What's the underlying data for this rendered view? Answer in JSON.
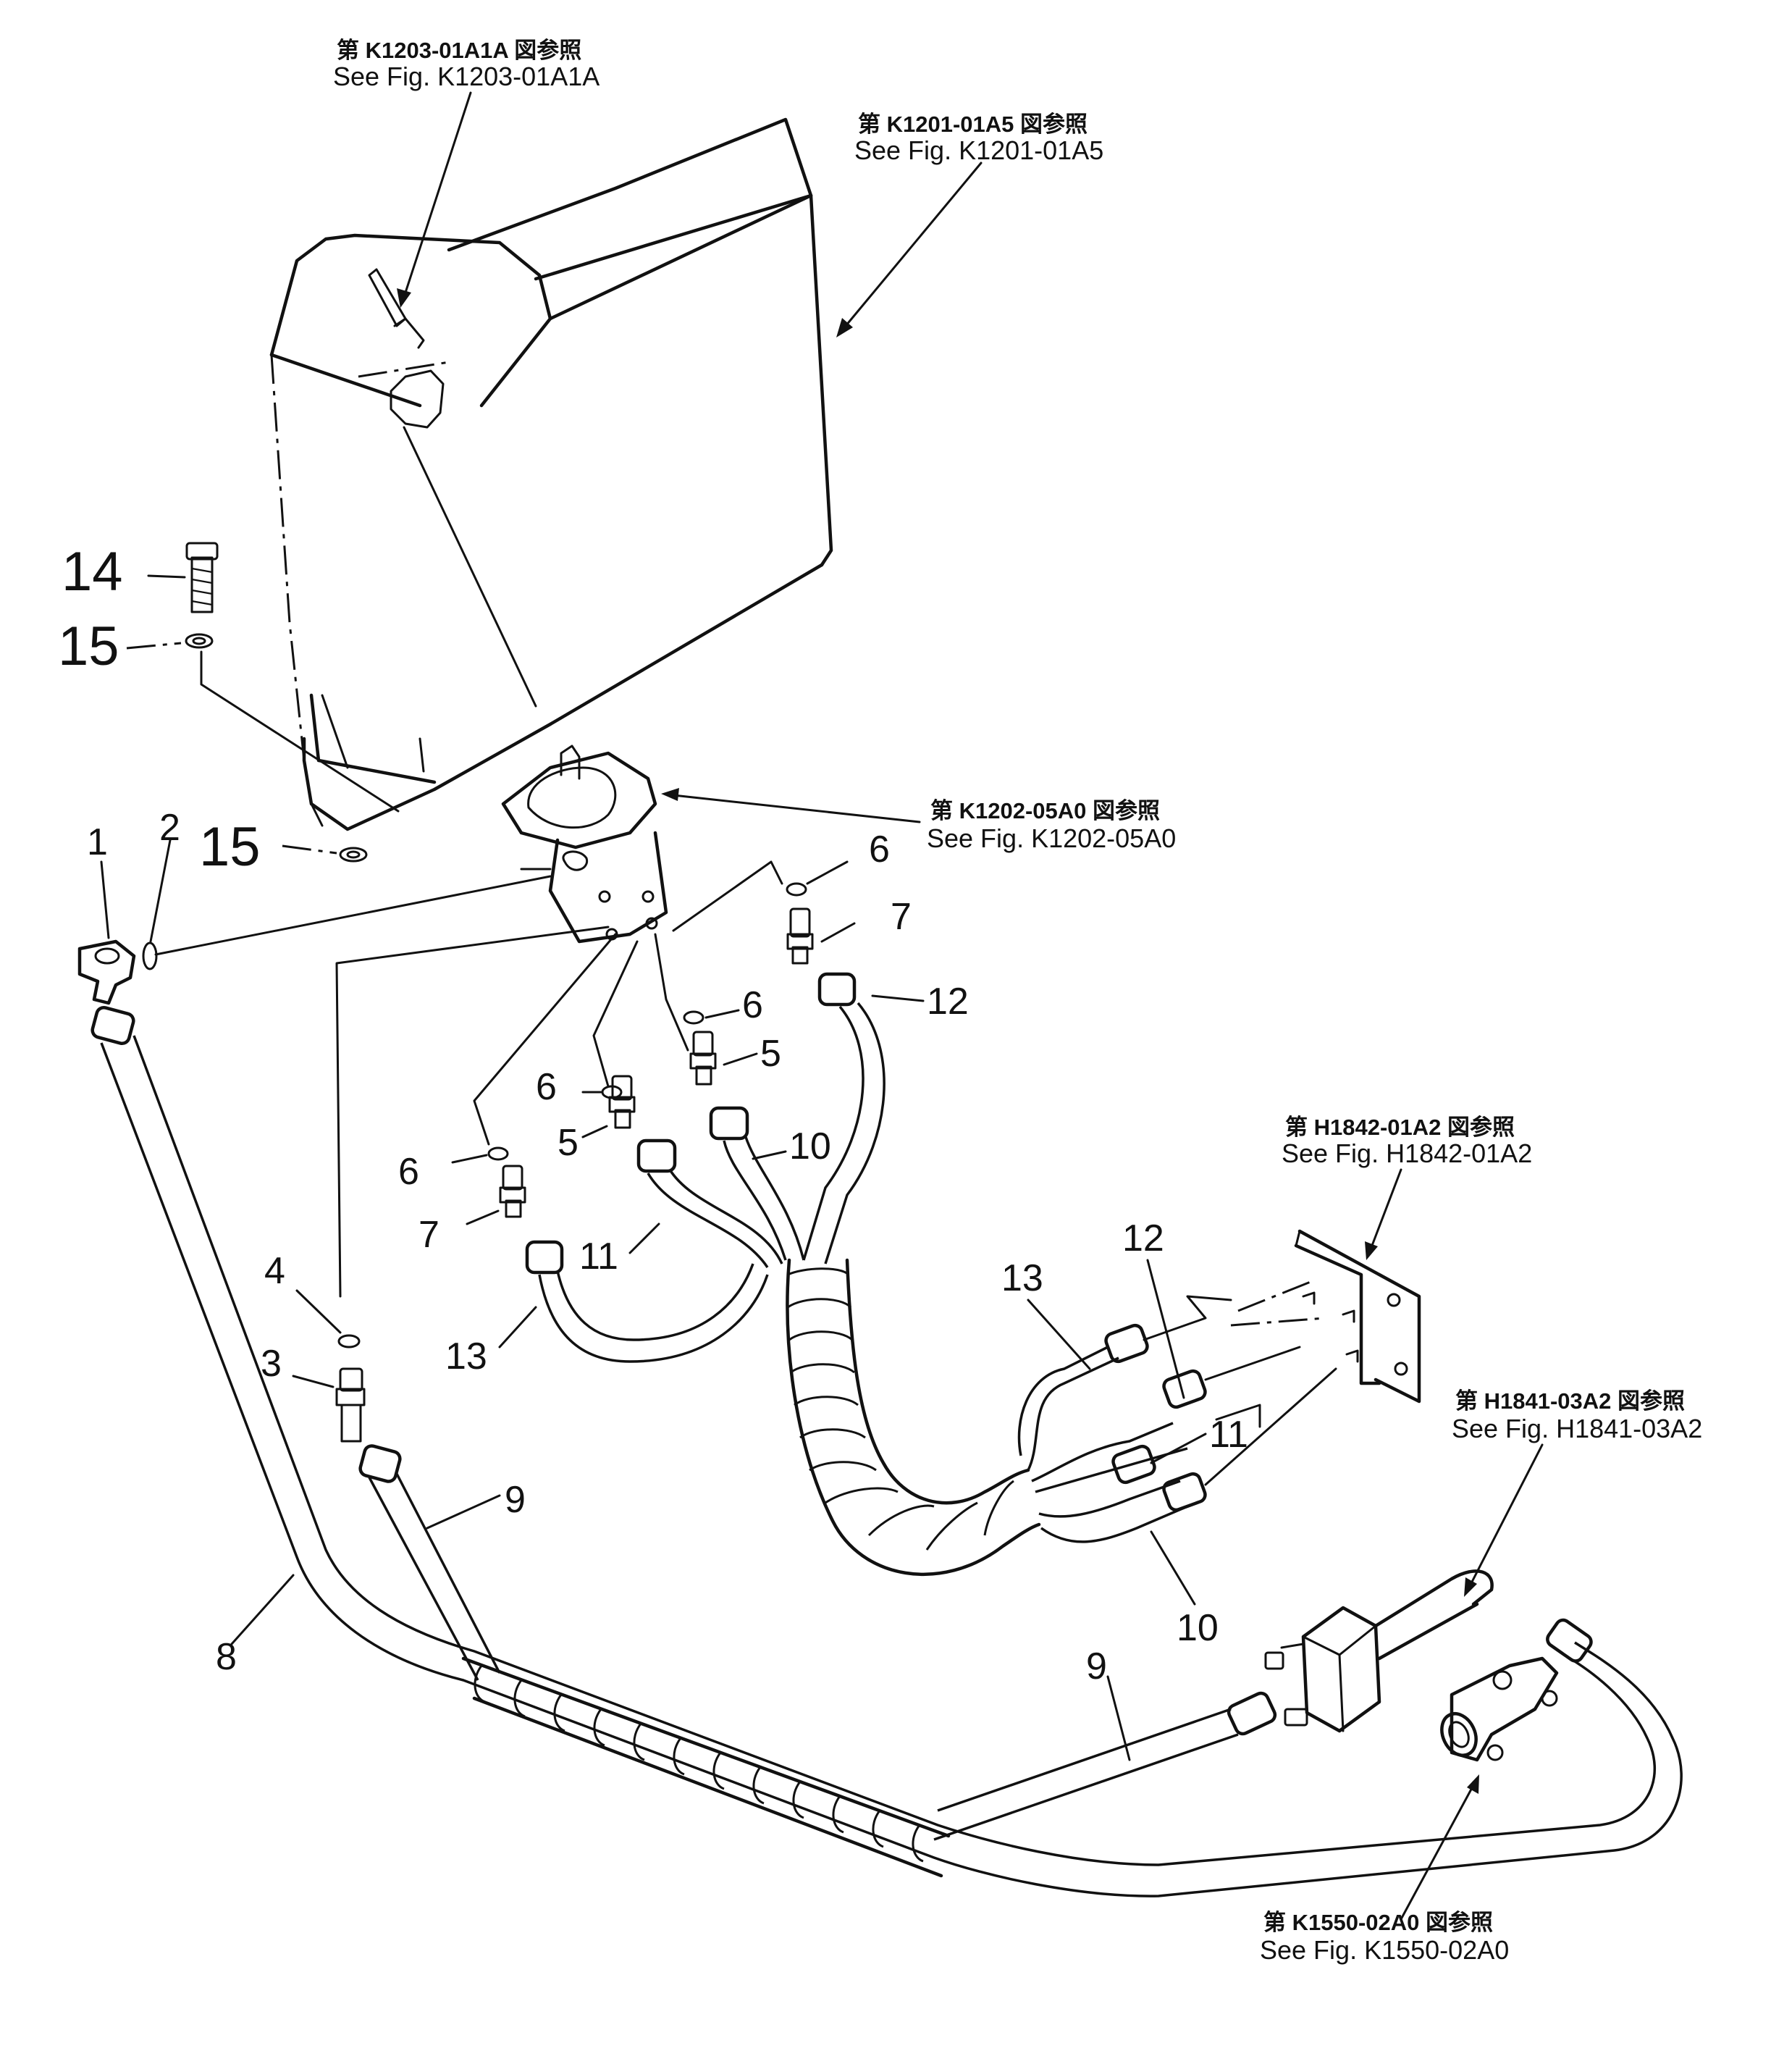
{
  "references": [
    {
      "id": "k1203",
      "jp": "第 K1203-01A1A 図参照",
      "en": "See Fig. K1203-01A1A"
    },
    {
      "id": "k1201",
      "jp": "第 K1201-01A5 図参照",
      "en": "See Fig. K1201-01A5"
    },
    {
      "id": "k1202",
      "jp": "第 K1202-05A0 図参照",
      "en": "See Fig. K1202-05A0"
    },
    {
      "id": "h1842",
      "jp": "第 H1842-01A2 図参照",
      "en": "See Fig. H1842-01A2"
    },
    {
      "id": "h1841",
      "jp": "第 H1841-03A2 図参照",
      "en": "See Fig. H1841-03A2"
    },
    {
      "id": "k1550",
      "jp": "第 K1550-02A0 図参照",
      "en": "See Fig. K1550-02A0"
    }
  ],
  "part_numbers": {
    "p1": "1",
    "p2": "2",
    "p3": "3",
    "p4": "4",
    "p5a": "5",
    "p5b": "5",
    "p6a": "6",
    "p6b": "6",
    "p6c": "6",
    "p6d": "6",
    "p7a": "7",
    "p7b": "7",
    "p8": "8",
    "p9a": "9",
    "p9b": "9",
    "p10a": "10",
    "p10b": "10",
    "p11a": "11",
    "p11b": "11",
    "p12a": "12",
    "p12b": "12",
    "p13a": "13",
    "p13b": "13",
    "p14": "14",
    "p15a": "15",
    "p15b": "15"
  }
}
